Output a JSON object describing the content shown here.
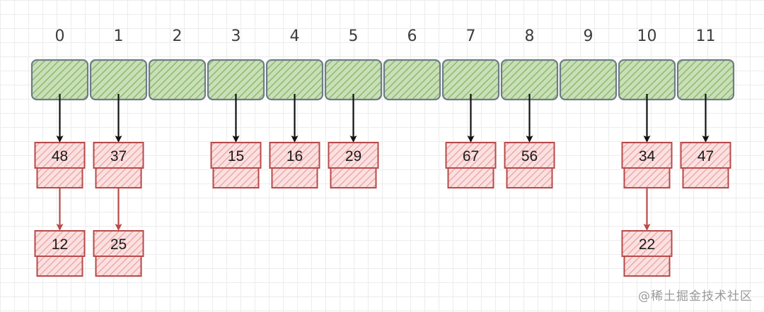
{
  "bucket_indices": [
    "0",
    "1",
    "2",
    "3",
    "4",
    "5",
    "6",
    "7",
    "8",
    "9",
    "10",
    "11"
  ],
  "chains": [
    {
      "bucket": 0,
      "values": [
        "48",
        "12"
      ]
    },
    {
      "bucket": 1,
      "values": [
        "37",
        "25"
      ]
    },
    {
      "bucket": 3,
      "values": [
        "15"
      ]
    },
    {
      "bucket": 4,
      "values": [
        "16"
      ]
    },
    {
      "bucket": 5,
      "values": [
        "29"
      ]
    },
    {
      "bucket": 7,
      "values": [
        "67"
      ]
    },
    {
      "bucket": 8,
      "values": [
        "56"
      ]
    },
    {
      "bucket": 10,
      "values": [
        "34",
        "22"
      ]
    },
    {
      "bucket": 11,
      "values": [
        "47"
      ]
    }
  ],
  "colors": {
    "bucket_fill": "#c9dfb8",
    "bucket_hatch": "#7fb35a",
    "bucket_stroke": "#6e7c86",
    "node_fill": "#fbe0e0",
    "node_hatch": "#e79a9a",
    "node_stroke": "#b84a4a",
    "bucket_arrow": "#111111",
    "chain_arrow": "#b84a4a"
  },
  "watermark": "@稀土掘金技术社区"
}
